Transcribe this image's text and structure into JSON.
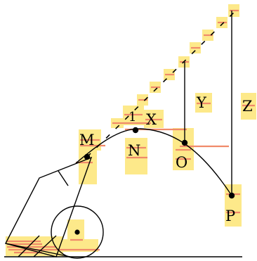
{
  "diagram": {
    "labels": {
      "M": "M",
      "N": "N",
      "O": "O",
      "P": "P",
      "X": "X",
      "Y": "Y",
      "Z": "Z",
      "mark": "1"
    }
  },
  "colors": {
    "line": "#000000",
    "highlight": "#fde98a",
    "strike": "#f08a6a"
  }
}
